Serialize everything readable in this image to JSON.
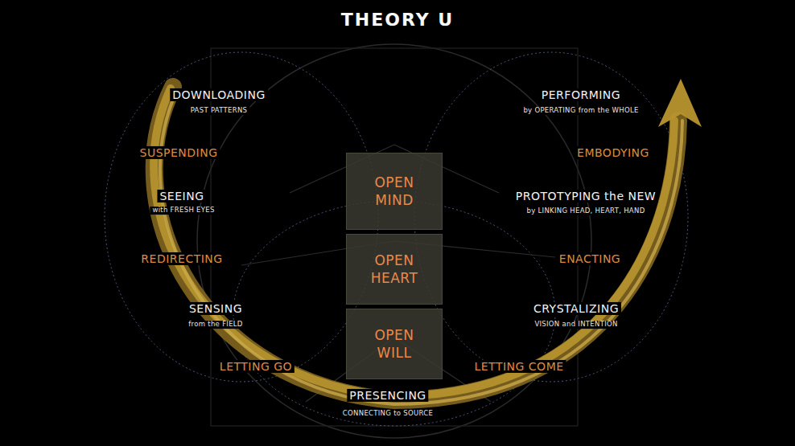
{
  "diagram": {
    "title": "THEORY U",
    "nodes": [
      {
        "text": [
          "OPEN MIND"
        ]
      },
      {
        "text": [
          "OPEN HEART"
        ]
      },
      {
        "text": [
          "OPEN WILL"
        ]
      }
    ],
    "labels": [
      "DOWNLOADING",
      "PAST PATTERNS",
      "SUSPENDING",
      "SEEING",
      "with FRESH EYES",
      "REDIRECTING",
      "SENSING",
      "from the FIELD",
      "LETTING GO",
      "PRESENCING",
      "CONNECTING to SOURCE",
      "LETTING COME",
      "CRYSTALIZING",
      "VISION and INTENTION",
      "ENACTING",
      "PROTOTYPING the NEW",
      "by LINKING HEAD, HEART, HAND",
      "EMBODYING",
      "PERFORMING",
      "by OPERATING from the WHOLE"
    ]
  }
}
